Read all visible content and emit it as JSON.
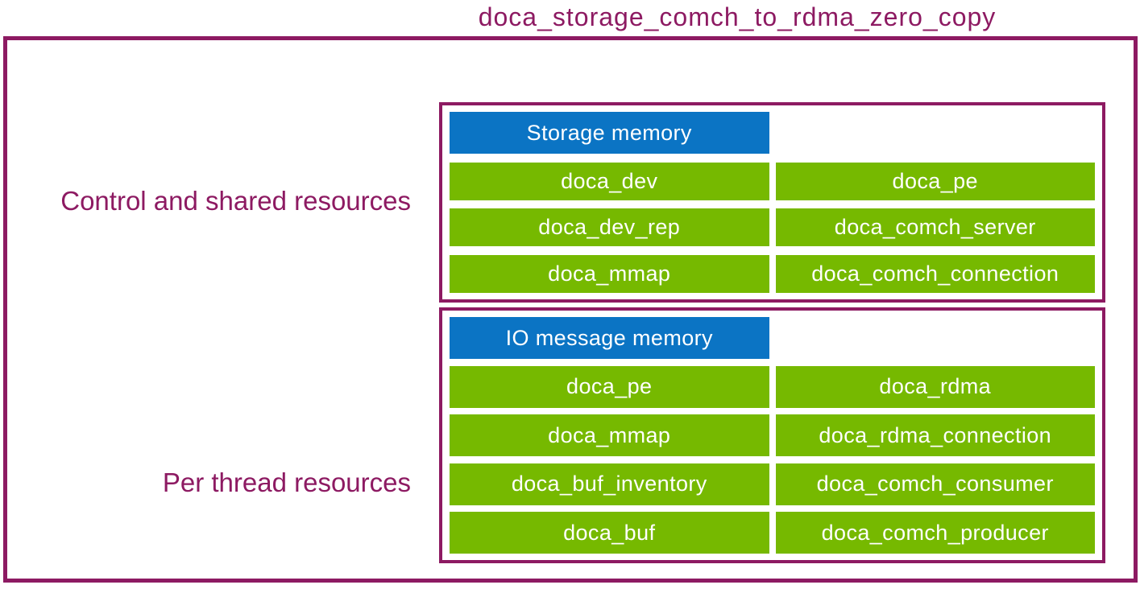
{
  "title": "doca_storage_comch_to_rdma_zero_copy",
  "colors": {
    "frame_magenta": "#8d1a62",
    "header_blue": "#0b74c4",
    "cell_green": "#76b900",
    "cell_text": "#ffffff"
  },
  "sections": [
    {
      "label": "Control and shared resources",
      "header": "Storage memory",
      "rows": [
        [
          "doca_dev",
          "doca_pe"
        ],
        [
          "doca_dev_rep",
          "doca_comch_server"
        ],
        [
          "doca_mmap",
          "doca_comch_connection"
        ]
      ]
    },
    {
      "label": "Per thread resources",
      "header": "IO message memory",
      "rows": [
        [
          "doca_pe",
          "doca_rdma"
        ],
        [
          "doca_mmap",
          "doca_rdma_connection"
        ],
        [
          "doca_buf_inventory",
          "doca_comch_consumer"
        ],
        [
          "doca_buf",
          "doca_comch_producer"
        ]
      ]
    }
  ]
}
